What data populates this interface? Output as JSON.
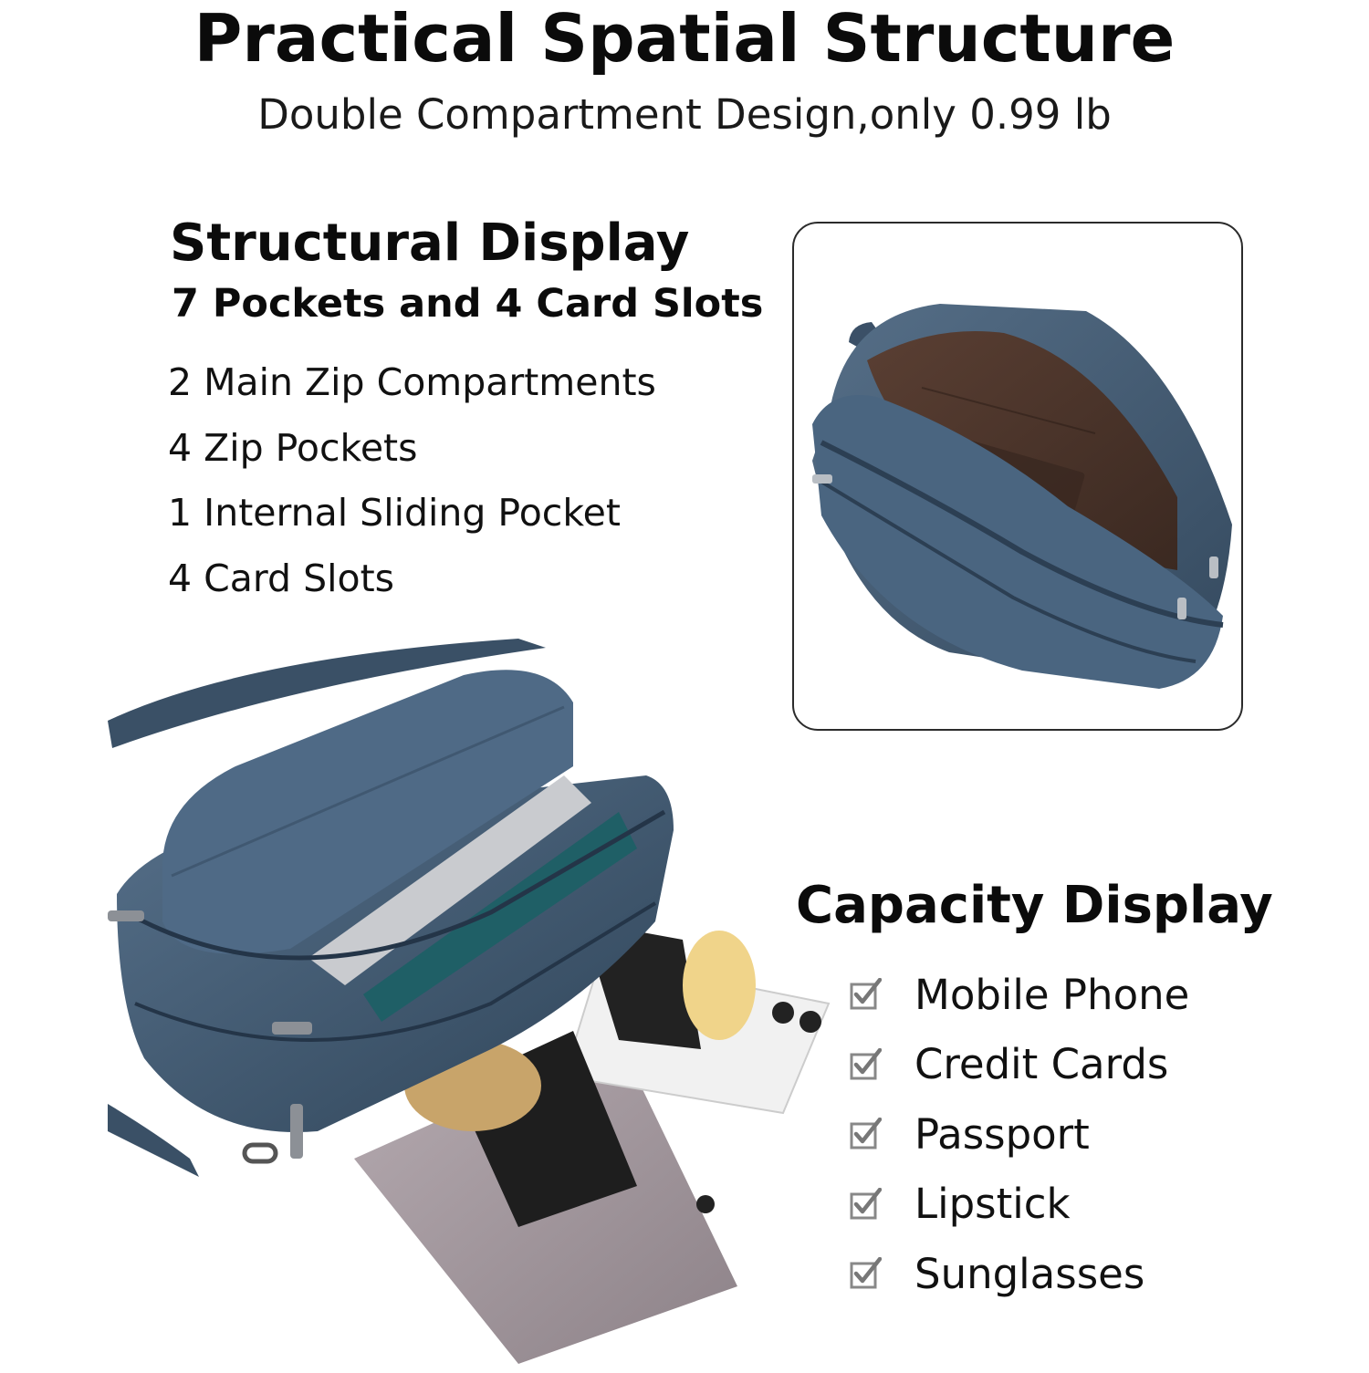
{
  "header": {
    "title": "Practical Spatial Structure",
    "subtitle": "Double Compartment Design,only 0.99 lb"
  },
  "structural": {
    "title": "Structural Display",
    "subtitle": "7 Pockets and 4 Card Slots",
    "items": [
      "2 Main Zip Compartments",
      "4 Zip Pockets",
      "1 Internal Sliding Pocket",
      "4 Card Slots"
    ]
  },
  "capacity": {
    "title": "Capacity Display",
    "items": [
      "Mobile Phone",
      "Credit Cards",
      "Passport",
      "Lipstick",
      "Sunglasses"
    ]
  },
  "colors": {
    "bag": "#3e5872",
    "bag_dark": "#2c3f53",
    "lining": "#4a342a",
    "text": "#111111"
  },
  "icons": {
    "check": "checkbox-check-icon"
  }
}
